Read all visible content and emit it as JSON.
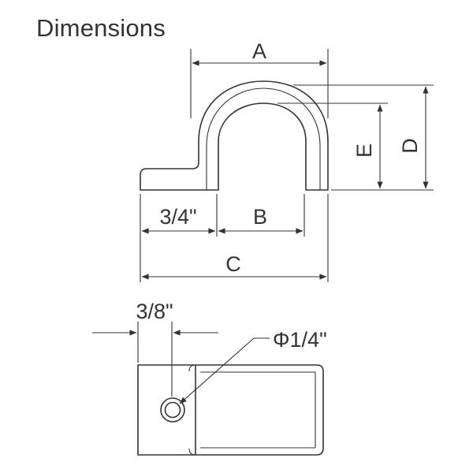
{
  "title": "Dimensions",
  "labels": {
    "a": "A",
    "b": "B",
    "c": "C",
    "d": "D",
    "e": "E",
    "flange_width": "3/4\"",
    "hole_offset": "3/8\"",
    "hole_diameter": "Φ1/4\""
  },
  "colors": {
    "line": "#333333",
    "background": "#ffffff"
  }
}
